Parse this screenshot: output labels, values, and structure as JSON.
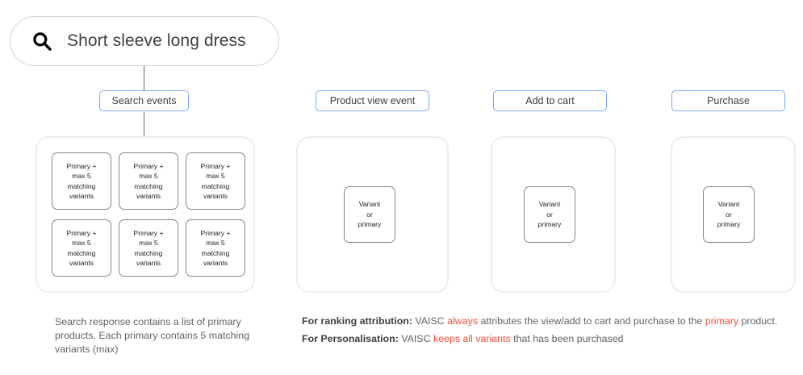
{
  "search": {
    "icon": "search-icon",
    "query": "Short sleeve long dress"
  },
  "stages": [
    {
      "id": "search-events",
      "label": "Search events"
    },
    {
      "id": "product-view",
      "label": "Product view event"
    },
    {
      "id": "add-to-cart",
      "label": "Add to cart"
    },
    {
      "id": "purchase",
      "label": "Purchase"
    }
  ],
  "primary_cards": [
    {
      "text": "Primary +\nmax 5\nmatching\nvariants"
    },
    {
      "text": "Primary +\nmax 5\nmatching\nvariants"
    },
    {
      "text": "Primary +\nmax 5\nmatching\nvariants"
    },
    {
      "text": "Primary +\nmax 5\nmatching\nvariants"
    },
    {
      "text": "Primary +\nmax 5\nmatching\nvariants"
    },
    {
      "text": "Primary +\nmax 5\nmatching\nvariants"
    }
  ],
  "variant_card": {
    "text": "Variant\nor\nprimary"
  },
  "captions": {
    "search": "Search response contains a list of primary products. Each primary contains 5 matching variants (max)"
  },
  "notes": [
    {
      "label": "For ranking attribution:",
      "parts": [
        {
          "text": " VAISC ",
          "highlight": false
        },
        {
          "text": "always",
          "highlight": true
        },
        {
          "text": " attributes the view/add to cart and purchase to the ",
          "highlight": false
        },
        {
          "text": "primary",
          "highlight": true
        },
        {
          "text": " product.",
          "highlight": false
        }
      ]
    },
    {
      "label": "For Personalisation:",
      "parts": [
        {
          "text": " VAISC ",
          "highlight": false
        },
        {
          "text": "keeps all variants",
          "highlight": true
        },
        {
          "text": " that has been purchased",
          "highlight": false
        }
      ]
    }
  ],
  "colors": {
    "chip_border": "#7ba7f5",
    "panel_border": "#ecedef",
    "card_border": "#80868b",
    "highlight": "#f4503c",
    "text": "#3c4043",
    "muted_text": "#5f6368"
  }
}
